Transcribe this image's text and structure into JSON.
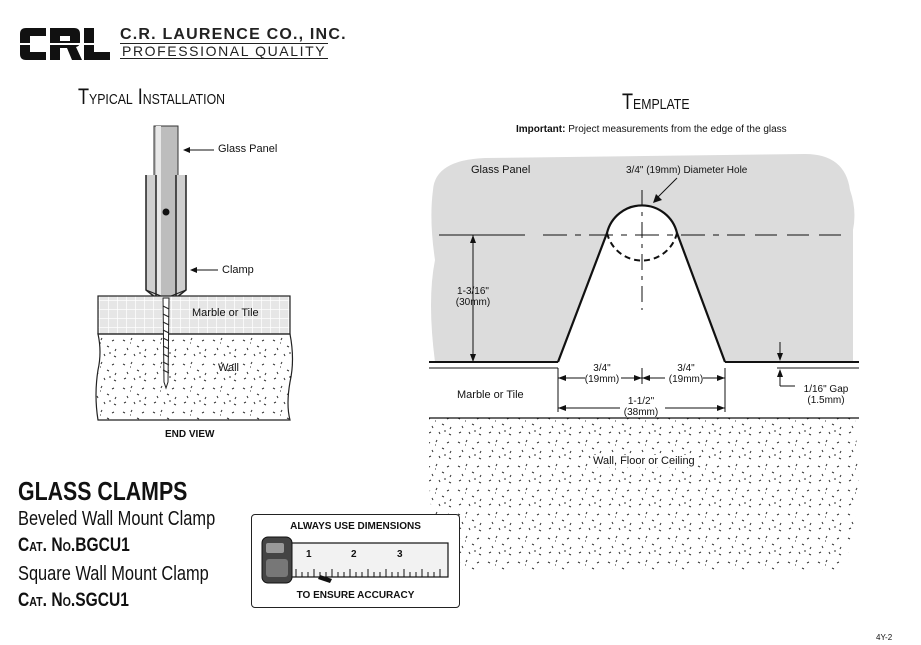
{
  "header": {
    "company_name": "C.R. LAURENCE CO., INC.",
    "tagline": "PROFESSIONAL QUALITY"
  },
  "installation": {
    "title": "Typical Installation",
    "labels": {
      "glass_panel": "Glass Panel",
      "clamp": "Clamp",
      "marble": "Marble or Tile",
      "wall": "Wall",
      "end_view": "END VIEW"
    }
  },
  "template": {
    "title": "Template",
    "note_bold": "Important:",
    "note_text": "Project measurements from the edge of the glass",
    "labels": {
      "glass_panel": "Glass Panel",
      "hole": "3/4\" (19mm) Diameter Hole",
      "height_in": "1-3/16\"",
      "height_mm": "(30mm)",
      "left_in": "3/4\"",
      "left_mm": "(19mm)",
      "right_in": "3/4\"",
      "right_mm": "(19mm)",
      "total_in": "1-1/2\"",
      "total_mm": "(38mm)",
      "gap_in": "1/16\" Gap",
      "gap_mm": "(1.5mm)",
      "marble": "Marble or Tile",
      "wall": "Wall, Floor or Ceiling"
    }
  },
  "product": {
    "title": "GLASS CLAMPS",
    "items": [
      {
        "name": "Beveled Wall Mount Clamp",
        "cat_prefix": "Cat. No.",
        "cat_no": "BGCU1"
      },
      {
        "name": "Square Wall Mount Clamp",
        "cat_prefix": "Cat. No.",
        "cat_no": "SGCU1"
      }
    ]
  },
  "badge": {
    "top_text": "ALWAYS USE DIMENSIONS",
    "bottom_text": "TO ENSURE ACCURACY",
    "ruler_numbers": [
      "1",
      "2",
      "3"
    ]
  },
  "page_id": "4Y-2",
  "colors": {
    "ink": "#111111",
    "gray_fill": "#d8d8d8",
    "tile_fill": "#e4e4e4"
  }
}
